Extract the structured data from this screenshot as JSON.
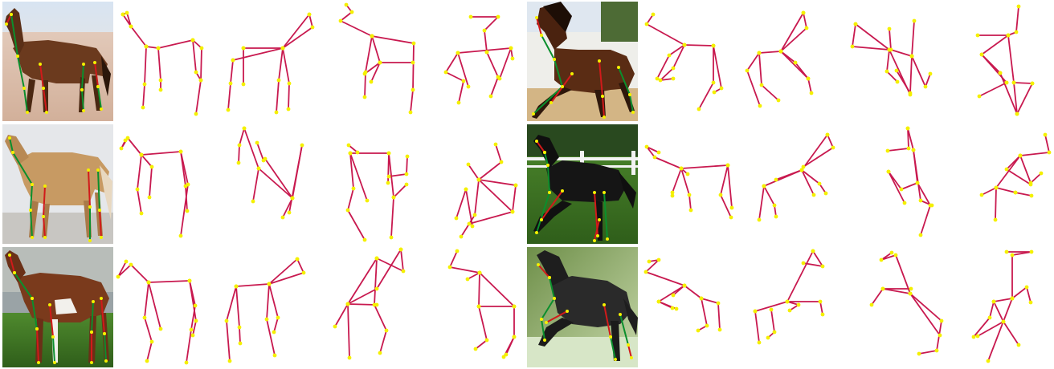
{
  "figure": {
    "rows": 3,
    "groups": 2,
    "views_per_group": 4,
    "panels": [
      {
        "id": "r1-g1",
        "photo": "horse-standing-brown",
        "coat": "#6b3a1e"
      },
      {
        "id": "r1-g2",
        "photo": "horse-trotting-bay",
        "coat": "#5a2c14"
      },
      {
        "id": "r2-g1",
        "photo": "horse-standing-palomino",
        "coat": "#c79a63"
      },
      {
        "id": "r2-g2",
        "photo": "horse-black-galloping",
        "coat": "#151515"
      },
      {
        "id": "r3-g1",
        "photo": "horse-pinto-on-grass",
        "coat": "#7a3a1c"
      },
      {
        "id": "r3-g2",
        "photo": "horse-black-rearing",
        "coat": "#2a2a2a"
      }
    ]
  },
  "colors": {
    "bone": "#c8194f",
    "joint": "#f4f000",
    "overlay_left": "#0b8f2d",
    "overlay_right": "#d11a1a",
    "background": "#ffffff"
  }
}
